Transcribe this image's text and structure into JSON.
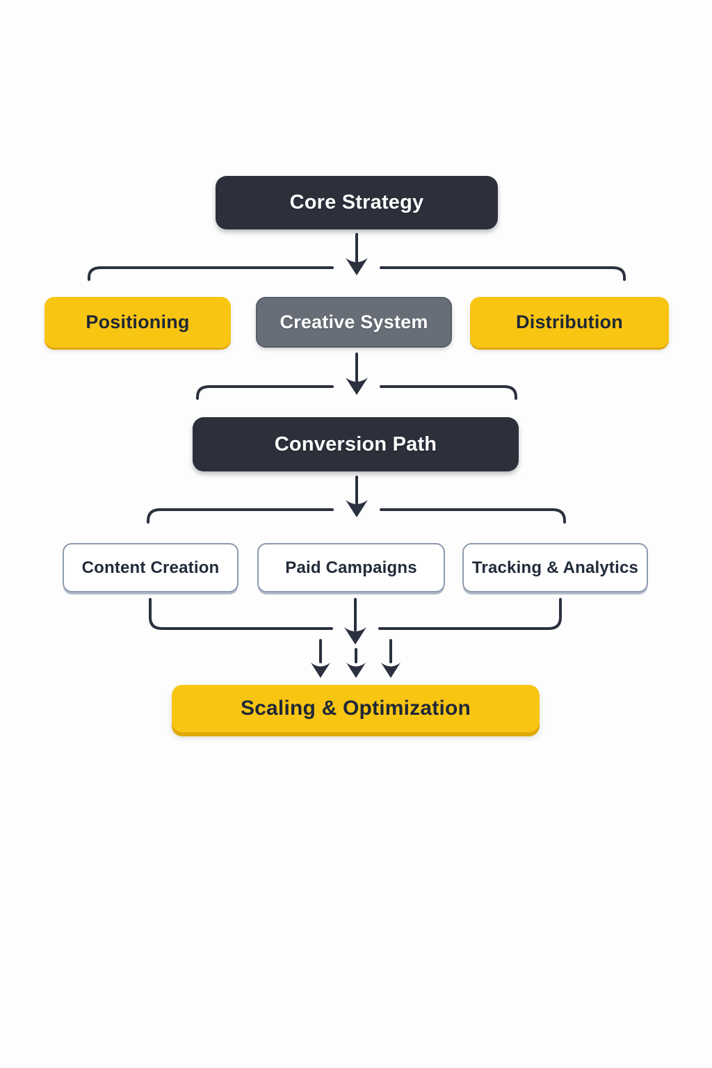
{
  "flowchart": {
    "level1": {
      "label": "Core Strategy"
    },
    "level2": [
      {
        "label": "Positioning"
      },
      {
        "label": "Creative System"
      },
      {
        "label": "Distribution"
      }
    ],
    "level3": {
      "label": "Conversion Path"
    },
    "level4": [
      {
        "label": "Content Creation"
      },
      {
        "label": "Paid Campaigns"
      },
      {
        "label": "Tracking & Analytics"
      }
    ],
    "level5": {
      "label": "Scaling & Optimization"
    }
  },
  "colors": {
    "dark": "#2b303b",
    "yellow": "#f9c513",
    "yellow_shadow": "#dfa909",
    "gray": "#686e78",
    "line": "#2b313e",
    "text_dark": "#1f2836",
    "box_border": "#8e9aad"
  }
}
